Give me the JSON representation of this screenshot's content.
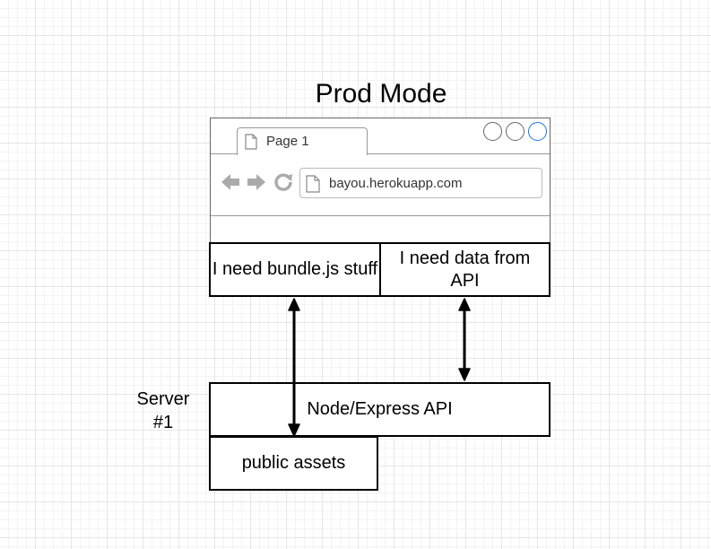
{
  "title": "Prod Mode",
  "browser": {
    "tab_label": "Page 1",
    "url": "bayou.herokuapp.com",
    "icons": [
      "document-icon",
      "back-arrow-icon",
      "forward-arrow-icon",
      "reload-icon"
    ],
    "window_buttons": [
      "minimize",
      "maximize",
      "close"
    ],
    "accent_color": "#1a73e8"
  },
  "boxes": {
    "bundle": "I need bundle.js stuff",
    "data": "I need data from API",
    "api": "Node/Express API",
    "assets": "public assets"
  },
  "server_label": "Server #1",
  "connections": [
    {
      "from": "I need bundle.js stuff",
      "to": "public assets",
      "direction": "bidirectional"
    },
    {
      "from": "I need data from API",
      "to": "Node/Express API",
      "direction": "bidirectional"
    }
  ]
}
